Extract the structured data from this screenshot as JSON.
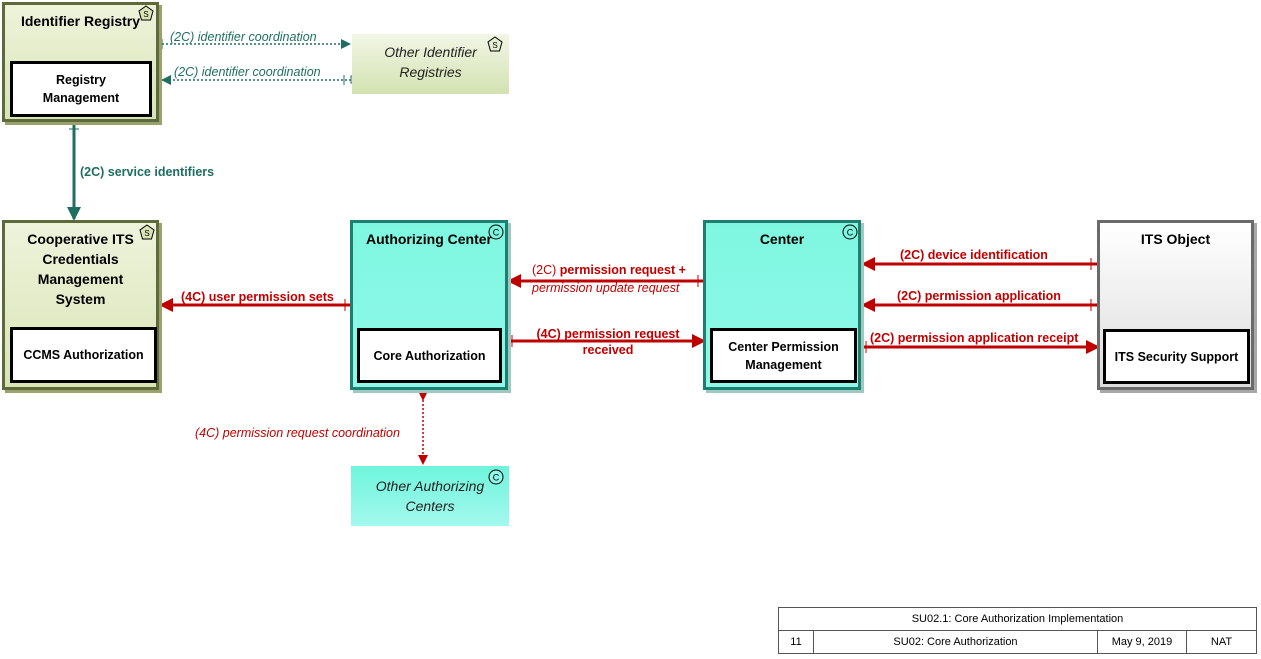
{
  "elements": {
    "identifier_registry": {
      "title": "Identifier Registry",
      "badge": "S",
      "inner": "Registry Management"
    },
    "other_identifier_registries": {
      "title": "Other Identifier Registries",
      "badge": "S"
    },
    "ccms": {
      "title": "Cooperative ITS Credentials Management System",
      "badge": "S",
      "inner": "CCMS Authorization"
    },
    "authorizing_center": {
      "title": "Authorizing Center",
      "badge": "C",
      "inner": "Core Authorization"
    },
    "center": {
      "title": "Center",
      "badge": "C",
      "inner": "Center Permission Management"
    },
    "its_object": {
      "title": "ITS Object",
      "inner": "ITS Security Support"
    },
    "other_authorizing_centers": {
      "title": "Other Authorizing Centers",
      "badge": "C"
    }
  },
  "flows": {
    "identifier_coordination_out": "(2C) identifier coordination",
    "identifier_coordination_in": "(2C) identifier coordination",
    "service_identifiers": "(2C) service identifiers",
    "user_permission_sets": "(4C) user permission sets",
    "permission_request_update_prefix": "(2C)",
    "permission_request_update_bold": "permission request +",
    "permission_request_update_line2": "permission update request",
    "permission_request_received_1": "(4C) permission request",
    "permission_request_received_2": "received",
    "device_identification": "(2C) device identification",
    "permission_application": "(2C) permission application",
    "permission_application_receipt": "(2C) permission application receipt",
    "permission_request_coordination": "(4C) permission request coordination"
  },
  "title_block": {
    "title": "SU02.1: Core Authorization Implementation",
    "page": "11",
    "subtitle": "SU02: Core Authorization",
    "date": "May 9, 2019",
    "org": "NAT"
  },
  "colors": {
    "green_flow": "#1f6e62",
    "red_flow": "#c00000"
  }
}
